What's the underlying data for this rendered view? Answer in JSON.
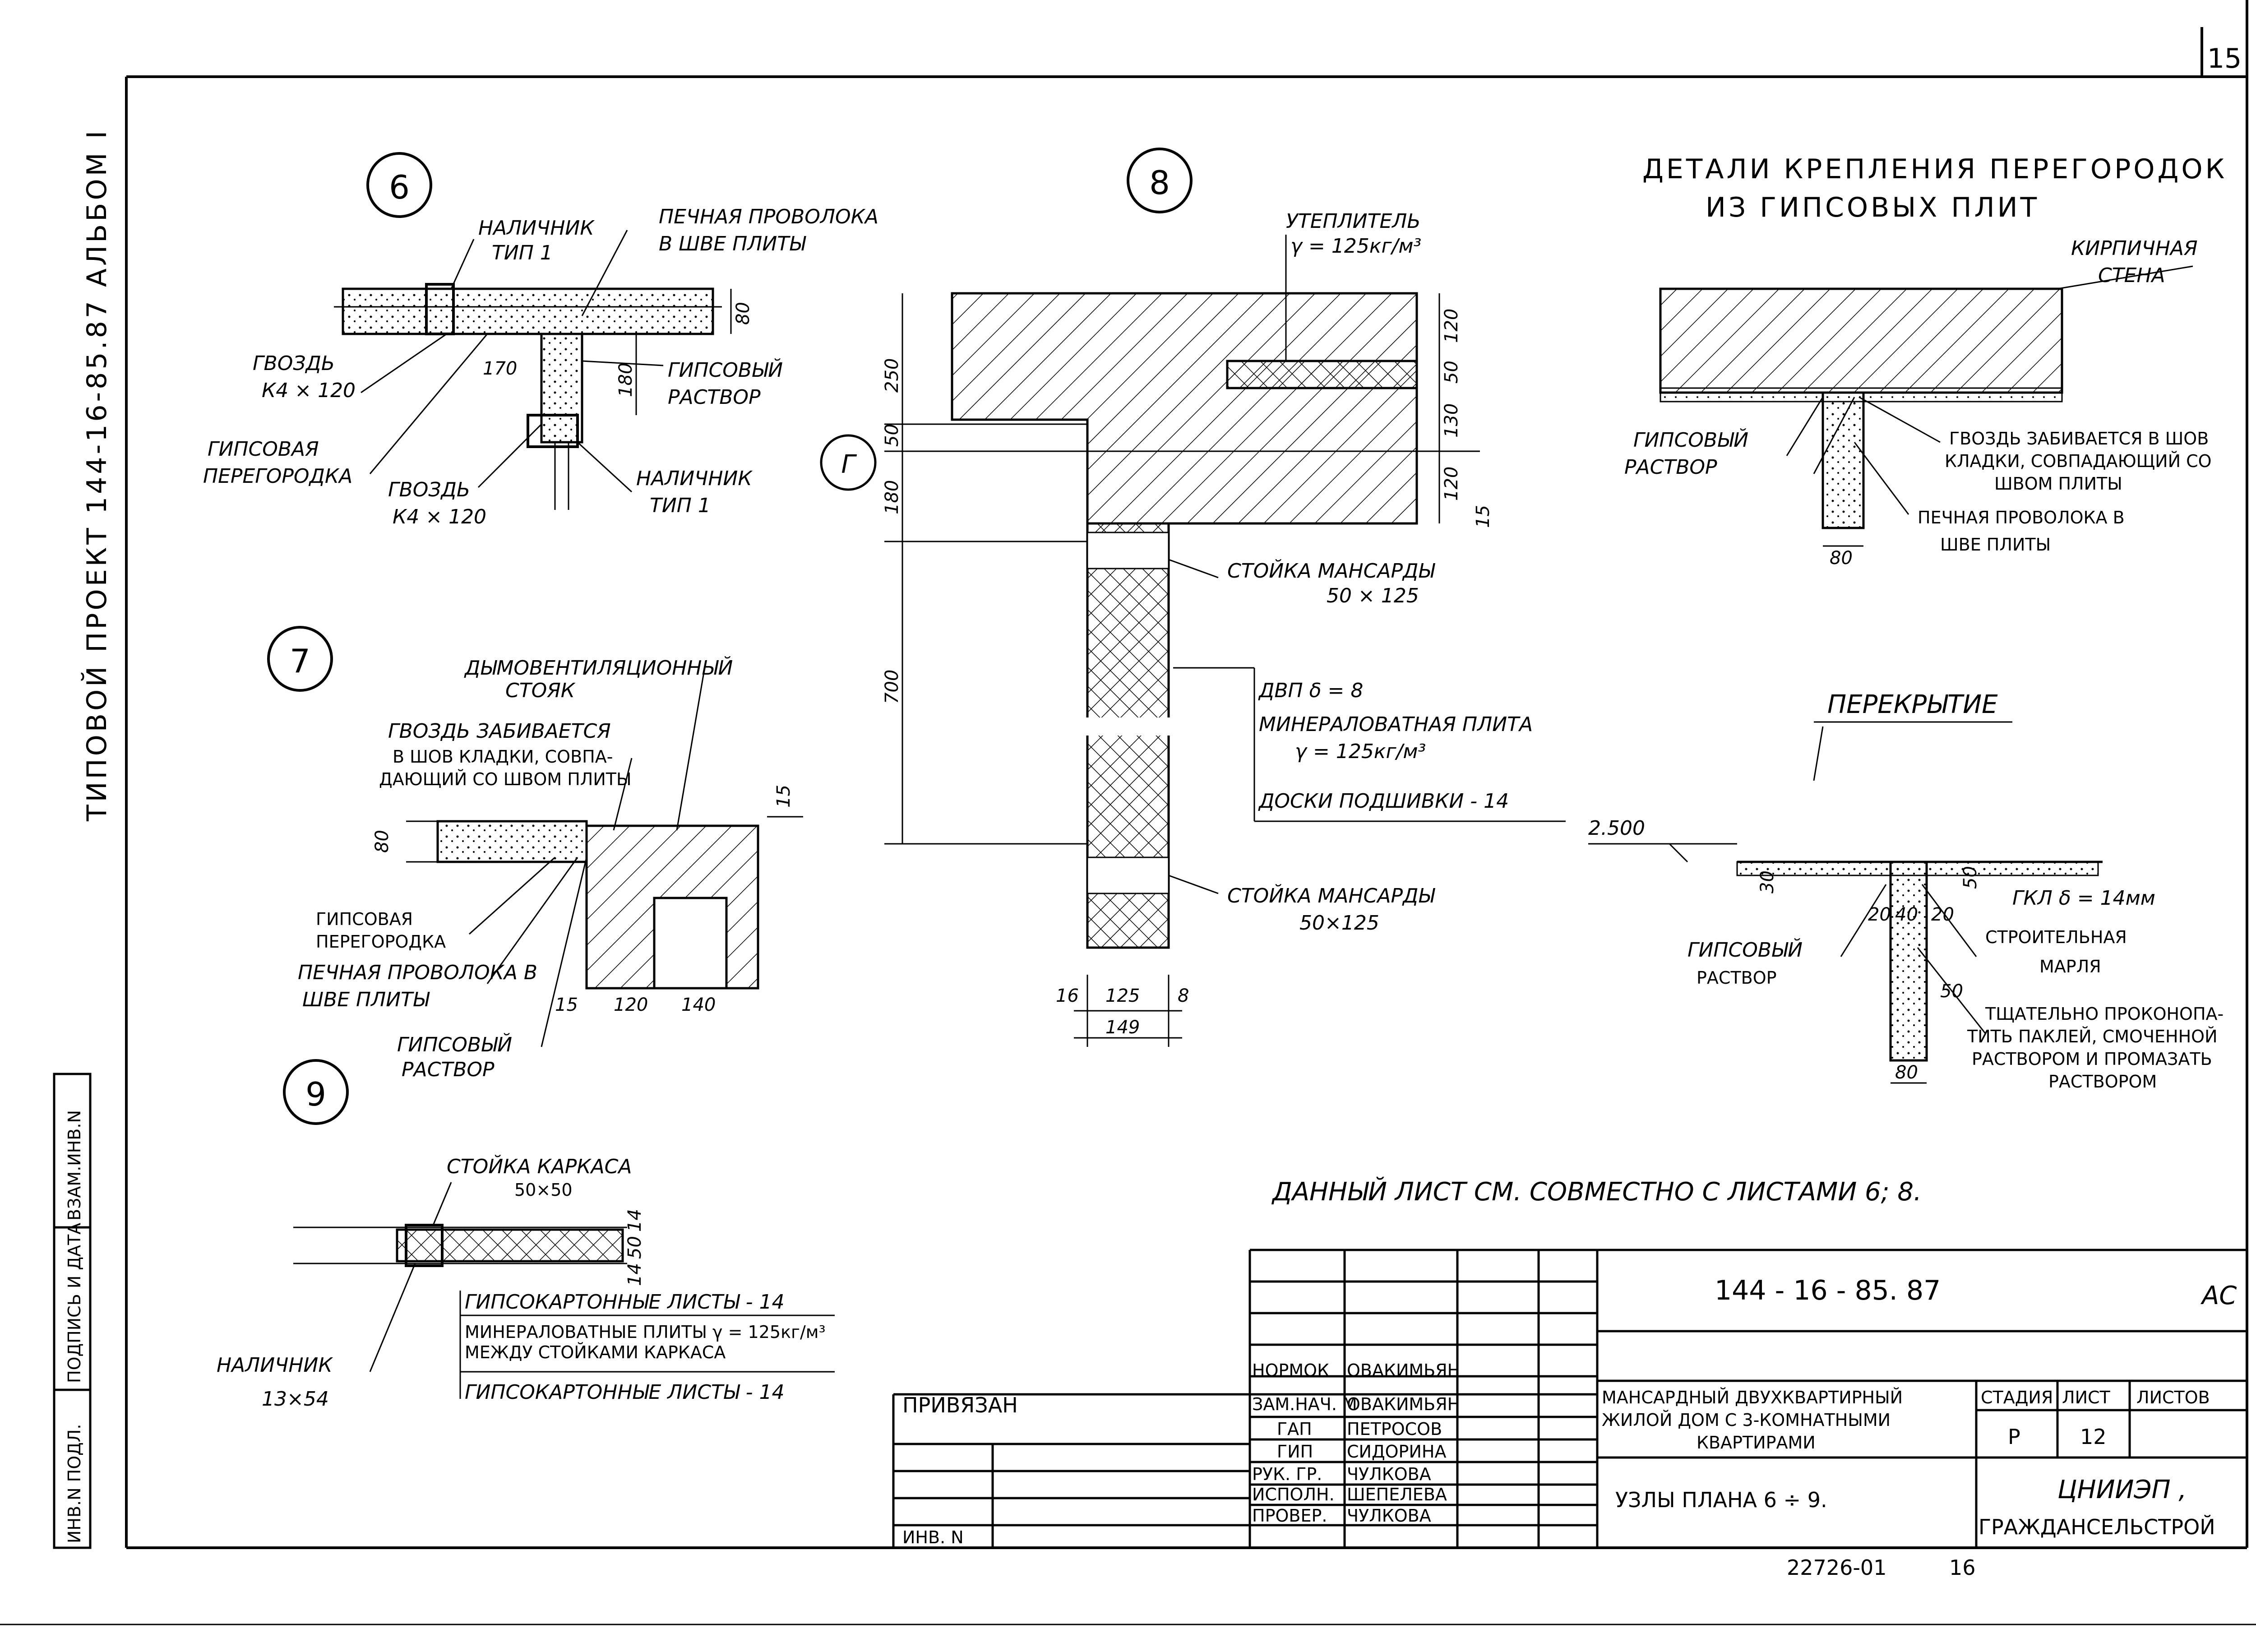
{
  "sheet_number": "15",
  "side_caption": "ТИПОВОЙ ПРОЕКТ 144-16-85.87 АЛЬБОМ I",
  "side_stamps": [
    "ВЗАМ.ИНВ.N",
    "ПОДПИСЬ И ДАТА",
    "ИНВ.N ПОДЛ."
  ],
  "header": {
    "line1": "ДЕТАЛИ КРЕПЛЕНИЯ ПЕРЕГОРОДОК",
    "line2": "ИЗ ГИПСОВЫХ ПЛИТ"
  },
  "node6": {
    "number": "6",
    "labels": {
      "nalichnik_top": "НАЛИЧНИК",
      "nalichnik_top_type": "ТИП 1",
      "wire_1": "ПЕЧНАЯ ПРОВОЛОКА",
      "wire_2": "В ШВЕ ПЛИТЫ",
      "nail_top": "ГВОЗДЬ",
      "nail_top_size": "К4 × 120",
      "gyps_mortar_1": "ГИПСОВЫЙ",
      "gyps_mortar_2": "РАСТВОР",
      "partition_1": "ГИПСОВАЯ",
      "partition_2": "ПЕРЕГОРОДКА",
      "nail_bot": "ГВОЗДЬ",
      "nail_bot_size": "К4 × 120",
      "nalichnik_bot": "НАЛИЧНИК",
      "nalichnik_bot_type": "ТИП 1"
    },
    "dims": {
      "d80": "80",
      "d170": "170",
      "d180": "180"
    }
  },
  "node7": {
    "number": "7",
    "labels": {
      "riser_1": "ДЫМОВЕНТИЛЯЦИОННЫЙ",
      "riser_2": "СТОЯК",
      "nail_1": "ГВОЗДЬ ЗАБИВАЕТСЯ",
      "nail_2": "В ШОВ КЛАДКИ, СОВПА-",
      "nail_3": "ДАЮЩИЙ СО ШВОМ ПЛИТЫ",
      "partition_1": "ГИПСОВАЯ",
      "partition_2": "ПЕРЕГОРОДКА",
      "wire_1": "ПЕЧНАЯ ПРОВОЛОКА В",
      "wire_2": "ШВЕ   ПЛИТЫ",
      "mortar_1": "ГИПСОВЫЙ",
      "mortar_2": "РАСТВОР"
    },
    "dims": {
      "d80": "80",
      "d15a": "15",
      "d15b": "15",
      "d120": "120",
      "d140": "140"
    }
  },
  "node8": {
    "number": "8",
    "axis": "Г",
    "labels": {
      "insul_1": "УТЕПЛИТЕЛЬ",
      "insul_2": "γ = 125кг/м³",
      "post_top_1": "СТОЙКА МАНСАРДЫ",
      "post_top_2": "50 × 125",
      "dvp": "ДВП   δ = 8",
      "minplate_1": "МИНЕРАЛОВАТНАЯ ПЛИТА",
      "minplate_2": "γ = 125кг/м³",
      "boards": "ДОСКИ ПОДШИВКИ - 14",
      "post_bot_1": "СТОЙКА МАНСАРДЫ",
      "post_bot_2": "50×125"
    },
    "dims": {
      "d250": "250",
      "d50": "50",
      "d180": "180",
      "d700": "700",
      "d120a": "120",
      "d50b": "50",
      "d130": "130",
      "d120b": "120",
      "d15": "15",
      "d16": "16",
      "d125": "125",
      "d8": "8",
      "d149": "149"
    }
  },
  "node9": {
    "number": "9",
    "labels": {
      "post_1": "СТОЙКА КАРКАСА",
      "post_2": "50×50",
      "gkl_top": "ГИПСОКАРТОННЫЕ ЛИСТЫ - 14",
      "minplate_1": "МИНЕРАЛОВАТНЫЕ ПЛИТЫ γ = 125кг/м³",
      "minplate_2": "МЕЖДУ СТОЙКАМИ КАРКАСА",
      "gkl_bot": "ГИПСОКАРТОННЫЕ ЛИСТЫ - 14",
      "nalichnik": "НАЛИЧНИК",
      "nalichnik_size": "13×54"
    },
    "dims": {
      "d14a": "14",
      "d50": "50",
      "d14b": "14"
    }
  },
  "detail_wall": {
    "labels": {
      "wall_1": "КИРПИЧНАЯ",
      "wall_2": "СТЕНА",
      "mortar_1": "ГИПСОВЫЙ",
      "mortar_2": "РАСТВОР",
      "nail_1": "ГВОЗДЬ ЗАБИВАЕТСЯ В ШОВ",
      "nail_2": "КЛАДКИ, СОВПАДАЮЩИЙ СО",
      "nail_3": "ШВОМ ПЛИТЫ",
      "wire_1": "ПЕЧНАЯ ПРОВОЛОКА В",
      "wire_2": "ШВЕ ПЛИТЫ"
    },
    "dims": {
      "d80": "80"
    }
  },
  "detail_floor": {
    "title": "ПЕРЕКРЫТИЕ",
    "level": "2.500",
    "labels": {
      "gkl": "ГКЛ δ = 14мм",
      "mortar_1": "ГИПСОВЫЙ",
      "mortar_2": "РАСТВОР",
      "gauze_1": "СТРОИТЕЛЬНАЯ",
      "gauze_2": "МАРЛЯ",
      "caulk_1": "ТЩАТЕЛЬНО ПРОКОНОПА-",
      "caulk_2": "ТИТЬ ПАКЛЕЙ, СМОЧЕННОЙ",
      "caulk_3": "РАСТВОРОМ И ПРОМАЗАТЬ",
      "caulk_4": "РАСТВОРОМ"
    },
    "dims": {
      "d30": "30",
      "d20a": "20",
      "d40": "40",
      "d20b": "20",
      "d50a": "50",
      "d50b": "50",
      "d80": "80"
    }
  },
  "note": "ДАННЫЙ ЛИСТ СМ. СОВМЕСТНО С ЛИСТАМИ 6; 8.",
  "title_block": {
    "code": "144 - 16 - 85. 87",
    "mark": "АС",
    "bound": "ПРИВЯЗАН",
    "inv": "ИНВ. N",
    "roles": [
      {
        "role": "НОРМОК",
        "name": "ОВАКИМЬЯН"
      },
      {
        "role": "ЗАМ.НАЧ. М",
        "name": "ОВАКИМЬЯН"
      },
      {
        "role": "ГАП",
        "name": "ПЕТРОСОВ"
      },
      {
        "role": "ГИП",
        "name": "СИДОРИНА"
      },
      {
        "role": "РУК. ГР.",
        "name": "ЧУЛКОВА"
      },
      {
        "role": "ИСПОЛН.",
        "name": "ШЕПЕЛЕВА"
      },
      {
        "role": "ПРОВЕР.",
        "name": "ЧУЛКОВА"
      }
    ],
    "object_1": "МАНСАРДНЫЙ ДВУХКВАРТИРНЫЙ",
    "object_2": "ЖИЛОЙ ДОМ С 3-КОМНАТНЫМИ",
    "object_3": "КВАРТИРАМИ",
    "sheet_title": "УЗЛЫ ПЛАНА   6 ÷ 9.",
    "stage_h": "СТАДИЯ",
    "sheet_h": "ЛИСТ",
    "sheets_h": "ЛИСТОВ",
    "stage": "Р",
    "sheet": "12",
    "org_1": "ЦНИИЭП ,",
    "org_2": "ГРАЖДАНСЕЛЬСТРОЙ"
  },
  "footer": {
    "order": "22726-01",
    "page": "16"
  }
}
